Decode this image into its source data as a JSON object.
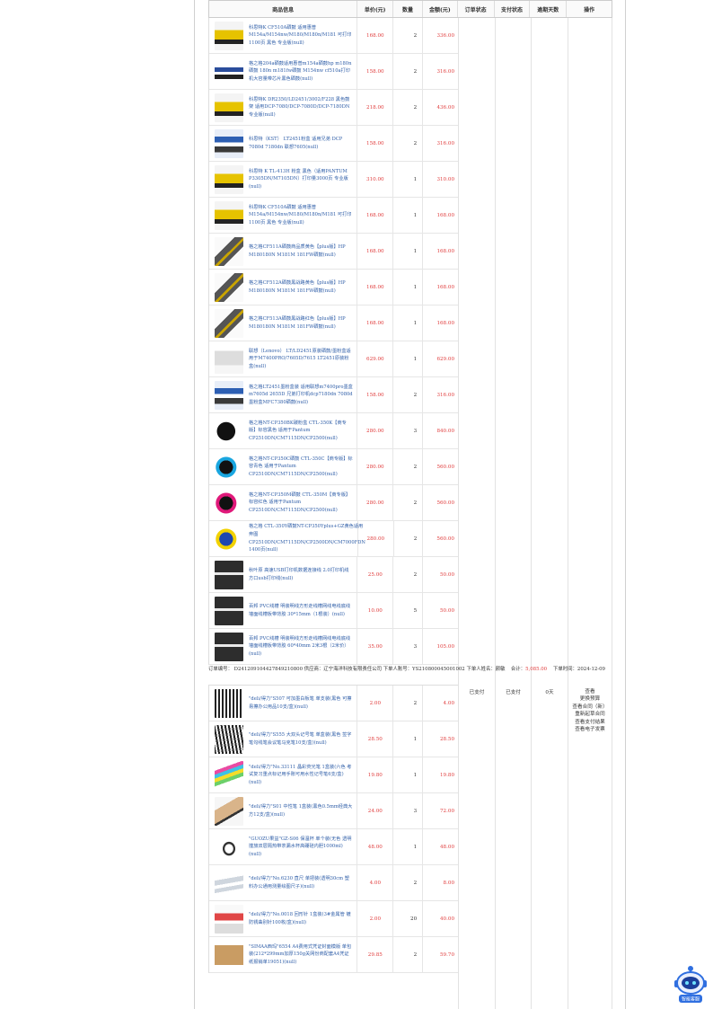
{
  "header": {
    "columns": [
      "商品信息",
      "单价(元)",
      "数量",
      "金额(元)",
      "订单状态",
      "支付状态",
      "逾期天数",
      "操作"
    ]
  },
  "order1": {
    "items": [
      {
        "name": "科思特K CF510A硒鼓 适用惠普M154a/M154nw/M180/M180n/M181 可打印1100页 黑色 专业版(null)",
        "price": "168.00",
        "qty": "2",
        "amount": "336.00",
        "thumb": "t-yellow",
        "icon": "toner-cartridge-icon"
      },
      {
        "name": "格之格204a硒鼓适用惠普m154a硒鼓hp m180n硒鼓 180n m181fw硒鼓 M154nw cf510a打印机大容量带芯片黑色硒鼓(null)",
        "price": "158.00",
        "qty": "2",
        "amount": "316.00",
        "thumb": "t-blue",
        "icon": "toner-cartridge-icon"
      },
      {
        "name": "科思特K DR2350/LD2451/3002/F228 黑色鼓架 适用DCP-7080/DCP-7080D/DCP-7180DN 专业版(null)",
        "price": "218.00",
        "qty": "2",
        "amount": "436.00",
        "thumb": "t-yellow",
        "icon": "drum-unit-icon"
      },
      {
        "name": "科思特（KST） LT2451粉盒 适用兄弟 DCP 7080d 7180dn 联想7605(null)",
        "price": "158.00",
        "qty": "2",
        "amount": "316.00",
        "thumb": "t-blue2",
        "icon": "toner-box-icon"
      },
      {
        "name": "科思特 K TL-413H 粉盒 黑色（适用PANTUM P3305DN/M7105DN）打印量3000页 专业版(null)",
        "price": "310.00",
        "qty": "1",
        "amount": "310.00",
        "thumb": "t-yellow",
        "icon": "toner-cartridge-icon"
      },
      {
        "name": "科思特K CF510A硒鼓 适用惠普M154a/M154nw/M180/M180n/M181 可打印1100页 黑色 专业版(null)",
        "price": "168.00",
        "qty": "1",
        "amount": "168.00",
        "thumb": "t-yellow",
        "icon": "toner-cartridge-icon"
      },
      {
        "name": "格之格CF511A硒鼓商品质黄色【plus版】HP M180180N M181M 181FW硒鼓(null)",
        "price": "168.00",
        "qty": "1",
        "amount": "168.00",
        "thumb": "t-diag",
        "icon": "toner-cartridge-icon"
      },
      {
        "name": "格之格CF512A硒鼓黑战路黄色【plus版】HP M180180N M181M 181FW硒鼓(null)",
        "price": "168.00",
        "qty": "1",
        "amount": "168.00",
        "thumb": "t-diag",
        "icon": "toner-cartridge-icon"
      },
      {
        "name": "格之格CF513A硒鼓黑战路红色【plus版】HP M180180N M181M 181FW硒鼓(null)",
        "price": "168.00",
        "qty": "1",
        "amount": "168.00",
        "thumb": "t-diag",
        "icon": "toner-cartridge-icon"
      },
      {
        "name": "联想（Lenovo） LT/LD2451原装硒鼓/墨粉盒适用于M7400PRO/7605D/7615 LT2451原装粉盒(null)",
        "price": "629.00",
        "qty": "1",
        "amount": "629.00",
        "thumb": "t-box",
        "icon": "toner-box-icon"
      },
      {
        "name": "格之格LT2451墨粉盒装 适用联想m7400pro墨盒 m7605d 2655D 兄弟打印机dcp7180dn 7080d 墨粉盒MFC7380硒鼓(null)",
        "price": "158.00",
        "qty": "2",
        "amount": "316.00",
        "thumb": "t-blue2",
        "icon": "toner-box-icon"
      },
      {
        "name": "格之格NT-CP350BK碳粉盒 CTL-350K【商专版】标容黑色 适用于Pantum CP2510DN/CM7115DN/CP2500(null)",
        "price": "280.00",
        "qty": "3",
        "amount": "840.00",
        "thumb": "t-k",
        "icon": "toner-cartridge-icon"
      },
      {
        "name": "格之格NT-CP350C硒鼓 CTL-350C【商专版】标容青色 适用于Pantum CP2510DN/CM7115DN/CP2500(null)",
        "price": "280.00",
        "qty": "2",
        "amount": "560.00",
        "thumb": "t-c",
        "icon": "toner-cartridge-icon"
      },
      {
        "name": "格之格NT-CP350M硒鼓 CTL-350M【商专版】标容红色 适用于Pantum CP2510DN/CM7115DN/CP2500(null)",
        "price": "280.00",
        "qty": "2",
        "amount": "560.00",
        "thumb": "t-m",
        "icon": "toner-cartridge-icon"
      },
      {
        "name": "格之格 CTL-350Y硒鼓NT-CP350Yplus+GZ黄色适用奔图 CP2510DN/CM7115DN/CP2500DN/CM7000FDN 1400页(null)",
        "price": "280.00",
        "qty": "2",
        "amount": "560.00",
        "thumb": "t-y",
        "icon": "toner-cartridge-icon"
      },
      {
        "name": "秋叶原 高速USB打印机数据连接线 2.0打印机线 方口usb打印线(null)",
        "price": "25.00",
        "qty": "2",
        "amount": "50.00",
        "thumb": "t-dark",
        "icon": "usb-cable-icon"
      },
      {
        "name": "百邦 PVC线槽 明装明线方形走线槽网线电线底线墙面线槽板带背胶 30*15mm（1根装）(null)",
        "price": "10.00",
        "qty": "5",
        "amount": "50.00",
        "thumb": "t-dark",
        "icon": "cable-trough-icon"
      },
      {
        "name": "百邦 PVC线槽 明装明线方形走线槽网线电线底线墙面线槽板带背胶 60*40mm 2米3根（2米价）(null)",
        "price": "35.00",
        "qty": "3",
        "amount": "105.00",
        "thumb": "t-dark",
        "icon": "cable-trough-icon"
      }
    ],
    "info": {
      "line1": "订单编号： D241209104427849210800 供应商：辽宁海洋科技有限责任公司 下单人账号：YS210800045001002 下单人姓名：颜敏",
      "total_label": "合计：",
      "total_value": "5,085.00",
      "time_label": "下单时间：",
      "time_value": "2024-12-09"
    }
  },
  "order2": {
    "order_status": "已支付",
    "pay_status": "已支付",
    "overdue": "0天",
    "ops": [
      "查看",
      "更换预算",
      "查看合同（新）",
      "重新起草合同",
      "查看支付结果",
      "查看电子发票"
    ],
    "items": [
      {
        "name": "\"deli/得力\"S507 可加墨白板笔 单支装(黑色 可擦易擦办公用品10支/盒)(null)",
        "price": "2.00",
        "qty": "2",
        "amount": "4.00",
        "thumb": "t-pens",
        "icon": "whiteboard-marker-icon"
      },
      {
        "name": "\"deli/得力\"S555 大双头记号笔 单盒装(黑色 签字笔勾线笔会议笔马克笔10支/盒)(null)",
        "price": "28.50",
        "qty": "1",
        "amount": "28.50",
        "thumb": "t-markers",
        "icon": "marker-pen-icon"
      },
      {
        "name": "\"deli/得力\"No.33111 晶彩荧光笔 1盒装(六色 考试复习重点标记用手账可用水性记号笔6支/盒)(null)",
        "price": "19.80",
        "qty": "1",
        "amount": "19.80",
        "thumb": "t-color",
        "icon": "highlighter-icon"
      },
      {
        "name": "\"deli/得力\"S01 中性笔 1盒装(黑色0.5mm经典大方12支/盒)(null)",
        "price": "24.00",
        "qty": "3",
        "amount": "72.00",
        "thumb": "t-hand",
        "icon": "gel-pen-icon"
      },
      {
        "name": "\"GUOZU果益\"GZ-S06 保温杯 单个装(无色 透明撞旅双层隔热带茶漏水杯高硼硅内胆1000ml)(null)",
        "price": "48.00",
        "qty": "1",
        "amount": "48.00",
        "thumb": "t-bottle",
        "icon": "thermos-bottle-icon"
      },
      {
        "name": "\"deli/得力\"No.6230 直尺 单把装(透明30cm 塑料办公通用测量绘图尺子)(null)",
        "price": "4.00",
        "qty": "2",
        "amount": "8.00",
        "thumb": "t-ruler",
        "icon": "ruler-icon"
      },
      {
        "name": "\"deli/得力\"No.0018 回形针 1盒装(3#金属管 镀防锈曲别针100枚/盒)(null)",
        "price": "2.00",
        "qty": "20",
        "amount": "40.00",
        "thumb": "t-pins",
        "icon": "paper-clip-icon"
      },
      {
        "name": "\"SIMAA西玛\"6554 A4费用式凭证封面模版 单包装(212*299mm加厚150g关网份商配套A4凭证纸报销单19051)(null)",
        "price": "29.85",
        "qty": "2",
        "amount": "59.70",
        "thumb": "t-env",
        "icon": "voucher-cover-icon"
      }
    ]
  },
  "assistant": {
    "label": "智能客服"
  }
}
